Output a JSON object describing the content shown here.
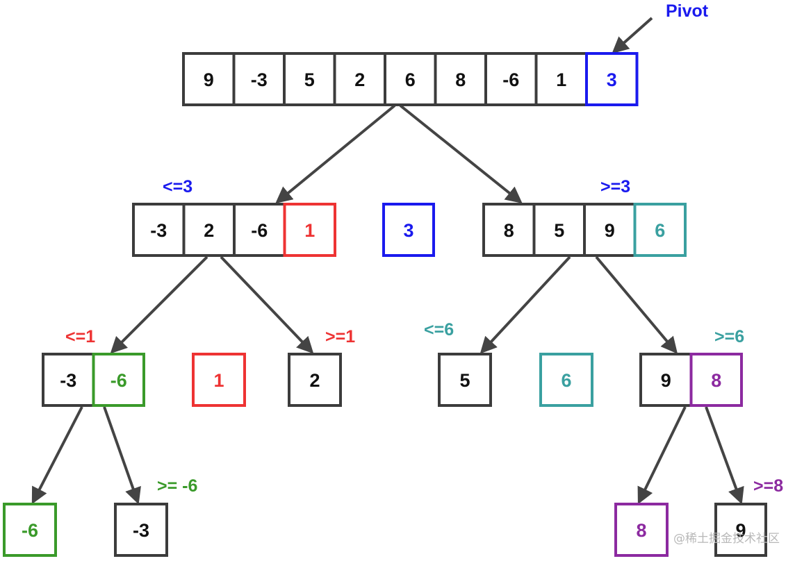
{
  "colors": {
    "black": "#3c3c3c",
    "blue": "#1a1aee",
    "red": "#ee3333",
    "teal": "#3aa0a0",
    "green": "#3a9a2a",
    "purple": "#8c2aa0",
    "arrow": "#444444"
  },
  "pivot_label": "Pivot",
  "root": {
    "values": [
      "9",
      "-3",
      "5",
      "2",
      "6",
      "8",
      "-6",
      "1",
      "3"
    ],
    "colors": [
      "black",
      "black",
      "black",
      "black",
      "black",
      "black",
      "black",
      "black",
      "blue"
    ]
  },
  "level1": {
    "left": {
      "values": [
        "-3",
        "2",
        "-6",
        "1"
      ],
      "colors": [
        "black",
        "black",
        "black",
        "red"
      ],
      "label": "<=3"
    },
    "pivot": {
      "value": "3",
      "color": "blue"
    },
    "right": {
      "values": [
        "8",
        "5",
        "9",
        "6"
      ],
      "colors": [
        "black",
        "black",
        "black",
        "teal"
      ],
      "label": ">=3"
    }
  },
  "level2": {
    "ll": {
      "values": [
        "-3",
        "-6"
      ],
      "colors": [
        "black",
        "green"
      ],
      "label": "<=1"
    },
    "lpivot": {
      "value": "1",
      "color": "red"
    },
    "lr": {
      "values": [
        "2"
      ],
      "colors": [
        "black"
      ],
      "label": ">=1"
    },
    "rl": {
      "values": [
        "5"
      ],
      "colors": [
        "black"
      ],
      "label": "<=6"
    },
    "rpivot": {
      "value": "6",
      "color": "teal"
    },
    "rr": {
      "values": [
        "9",
        "8"
      ],
      "colors": [
        "black",
        "purple"
      ],
      "label": ">=6"
    }
  },
  "level3": {
    "a": {
      "values": [
        "-6"
      ],
      "colors": [
        "green"
      ]
    },
    "b": {
      "values": [
        "-3"
      ],
      "colors": [
        "black"
      ],
      "label": ">= -6"
    },
    "c": {
      "values": [
        "8"
      ],
      "colors": [
        "purple"
      ]
    },
    "d": {
      "values": [
        "9"
      ],
      "colors": [
        "black"
      ],
      "label": ">=8"
    }
  },
  "watermark": "@稀土掘金技术社区"
}
